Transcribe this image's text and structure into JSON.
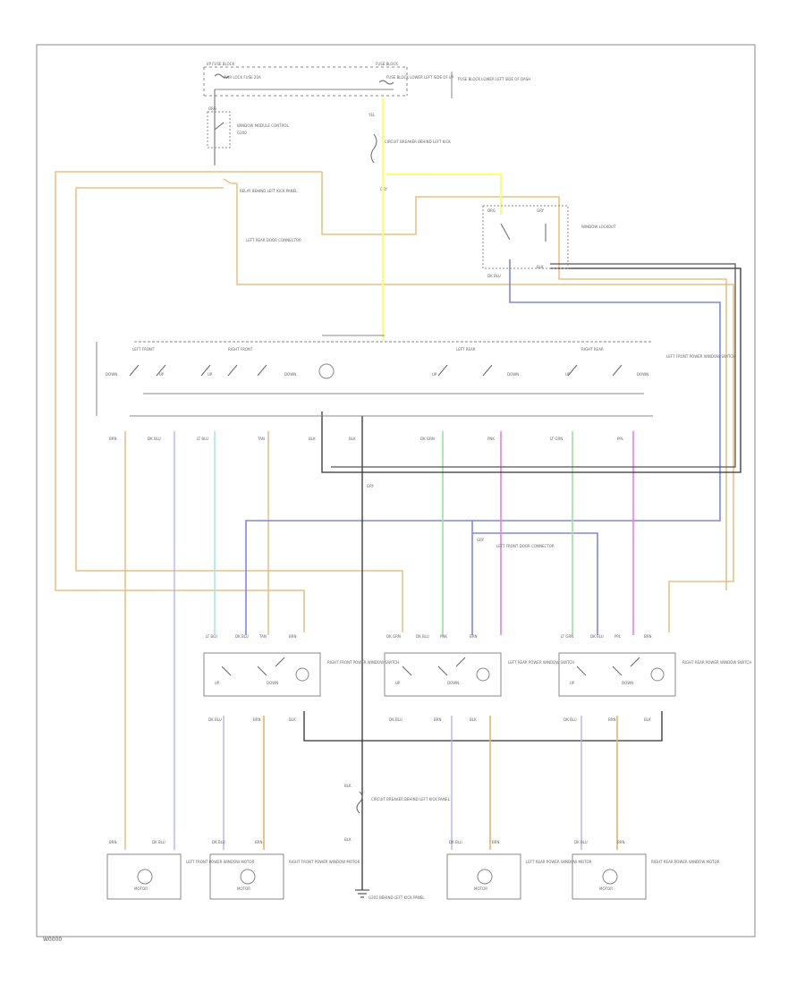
{
  "figure": {
    "code": "W0000"
  },
  "fuse_block": {
    "left_label": "I/P FUSE BLOCK",
    "right_label": "FUSE BLOCK",
    "fuse_left": "PWR LOCK FUSE 20A",
    "fuse_right": "FUSE BLOCK LOWER LEFT SIDE OF I/P",
    "side_note": "FUSE BLOCK LOWER LEFT SIDE OF DASH"
  },
  "relay": {
    "wire_top": "ORG",
    "name": "WINDOW MODULE CONTROL",
    "ground_note": "G200",
    "note": "RELAY BEHIND LEFT KICK PANEL",
    "connector": "LEFT REAR DOOR CONNECTOR"
  },
  "breaker": {
    "wire": "YEL",
    "name": "CIRCUIT BREAKER BEHIND LEFT KICK",
    "wire_out": "GRY"
  },
  "window_lockout": {
    "name": "WINDOW LOCKOUT",
    "wire_a": "ORG",
    "wire_b": "GRY",
    "wire_c": "DK BLU",
    "wire_d": "BLK"
  },
  "master_switch": {
    "name": "LEFT FRONT POWER WINDOW SWITCH",
    "groups": [
      "LEFT FRONT",
      "RIGHT FRONT",
      "LEFT REAR",
      "RIGHT REAR"
    ],
    "contacts": [
      "DOWN",
      "UP",
      "UP",
      "DOWN",
      "UP",
      "DOWN",
      "UP",
      "DOWN"
    ],
    "pin_wires": [
      "BRN",
      "DK BLU",
      "LT BLU",
      "TAN",
      "BLK",
      "BLK",
      "DK GRN",
      "PNK",
      "LT GRN",
      "PPL"
    ],
    "ground_wire": "GRY"
  },
  "splice": {
    "name": "LEFT FRONT DOOR CONNECTOR",
    "wire": "GRY"
  },
  "door_switches": [
    {
      "name": "RIGHT FRONT POWER WINDOW SWITCH",
      "wires_top": [
        "LT BLU",
        "DK BLU",
        "TAN",
        "BRN"
      ],
      "wires_bottom": [
        "DK BLU",
        "BRN",
        "BLK"
      ],
      "up": "UP",
      "down": "DOWN"
    },
    {
      "name": "LEFT REAR POWER WINDOW SWITCH",
      "wires_top": [
        "DK GRN",
        "DK BLU",
        "PNK",
        "BRN"
      ],
      "wires_bottom": [
        "DK BLU",
        "BRN",
        "BLK"
      ],
      "up": "UP",
      "down": "DOWN"
    },
    {
      "name": "RIGHT REAR POWER WINDOW SWITCH",
      "wires_top": [
        "LT GRN",
        "DK BLU",
        "PPL",
        "BRN"
      ],
      "wires_bottom": [
        "DK BLU",
        "BRN",
        "BLK"
      ],
      "up": "UP",
      "down": "DOWN"
    }
  ],
  "ground_breaker": {
    "wire": "BLK",
    "name": "CIRCUIT BREAKER BEHIND LEFT KICK PANEL",
    "wire_out": "BLK",
    "ground": "G201 BEHIND LEFT KICK PANEL"
  },
  "motors": [
    {
      "name": "LEFT FRONT POWER WINDOW MOTOR",
      "wires": [
        "BRN",
        "DK BLU"
      ],
      "motor_label": "MOTOR"
    },
    {
      "name": "RIGHT FRONT POWER WINDOW MOTOR",
      "wires": [
        "DK BLU",
        "BRN"
      ],
      "motor_label": "MOTOR"
    },
    {
      "name": "LEFT REAR POWER WINDOW MOTOR",
      "wires": [
        "DK BLU",
        "BRN"
      ],
      "motor_label": "MOTOR"
    },
    {
      "name": "RIGHT REAR POWER WINDOW MOTOR",
      "wires": [
        "DK BLU",
        "BRN"
      ],
      "motor_label": "MOTOR"
    }
  ],
  "colors": {
    "orange": "#e8b468",
    "yellow": "#ffff66",
    "blue": "#7f86ea",
    "light_blue": "#9ceaf0",
    "light_green": "#9be39b",
    "pink": "#f07af0",
    "black": "#333333",
    "gray": "#666666",
    "frame": "#888888"
  }
}
